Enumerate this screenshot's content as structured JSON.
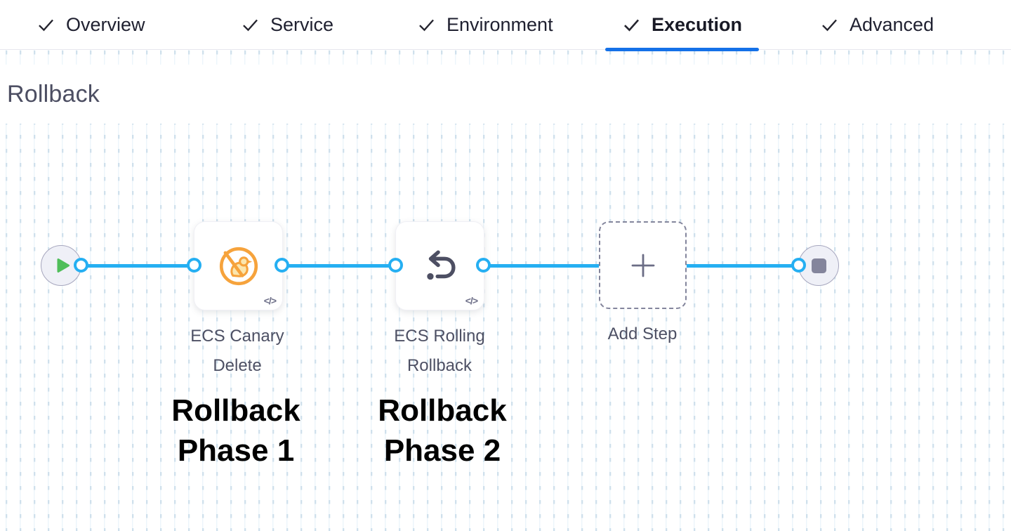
{
  "header": {
    "tabs": [
      {
        "label": "Overview",
        "completed": true,
        "active": false
      },
      {
        "label": "Service",
        "completed": true,
        "active": false
      },
      {
        "label": "Environment",
        "completed": true,
        "active": false
      },
      {
        "label": "Execution",
        "completed": true,
        "active": true
      },
      {
        "label": "Advanced",
        "completed": true,
        "active": false
      }
    ]
  },
  "canvas": {
    "section_title": "Rollback",
    "flow": {
      "start_node": {
        "icon": "play-icon"
      },
      "end_node": {
        "icon": "stop-icon"
      },
      "steps": [
        {
          "name": "ECS Canary Delete",
          "icon": "ecs-canary-delete-icon",
          "code_badge": "</>",
          "annotation": "Rollback Phase 1"
        },
        {
          "name": "ECS Rolling Rollback",
          "icon": "ecs-rolling-rollback-icon",
          "code_badge": "</>",
          "annotation": "Rollback Phase 2"
        }
      ],
      "add_step": {
        "label": "Add Step"
      }
    }
  },
  "colors": {
    "active_tab_underline": "#1571E8",
    "connector_blue": "#25AFF2",
    "canary_orange": "#F6A33C",
    "play_green": "#4FBE5A",
    "node_fill": "#EFF0F7",
    "slate_text": "#4D5064"
  }
}
